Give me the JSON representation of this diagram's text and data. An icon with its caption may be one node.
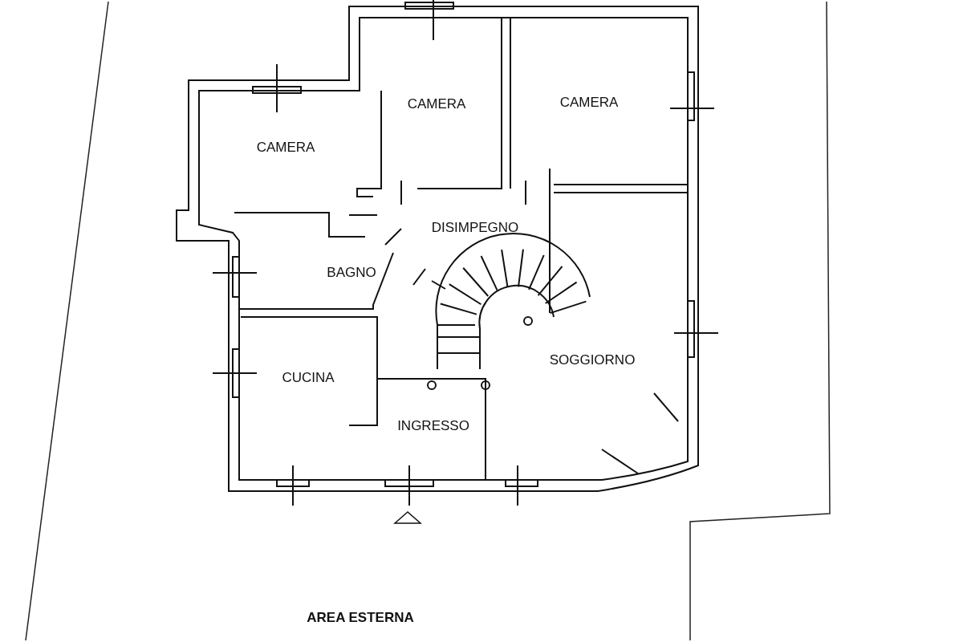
{
  "diagram": {
    "nodes": [
      {
        "text": [
          "CAMERA"
        ]
      },
      {
        "text": [
          "CAMERA"
        ]
      },
      {
        "text": [
          "CAMERA"
        ]
      },
      {
        "text": [
          "DISIMPEGNO"
        ]
      },
      {
        "text": [
          "BAGNO"
        ]
      },
      {
        "text": [
          "CUCINA"
        ]
      },
      {
        "text": [
          "SOGGIORNO"
        ]
      },
      {
        "text": [
          "INGRESSO"
        ]
      }
    ],
    "labels": [
      "AREA ESTERNA"
    ]
  }
}
